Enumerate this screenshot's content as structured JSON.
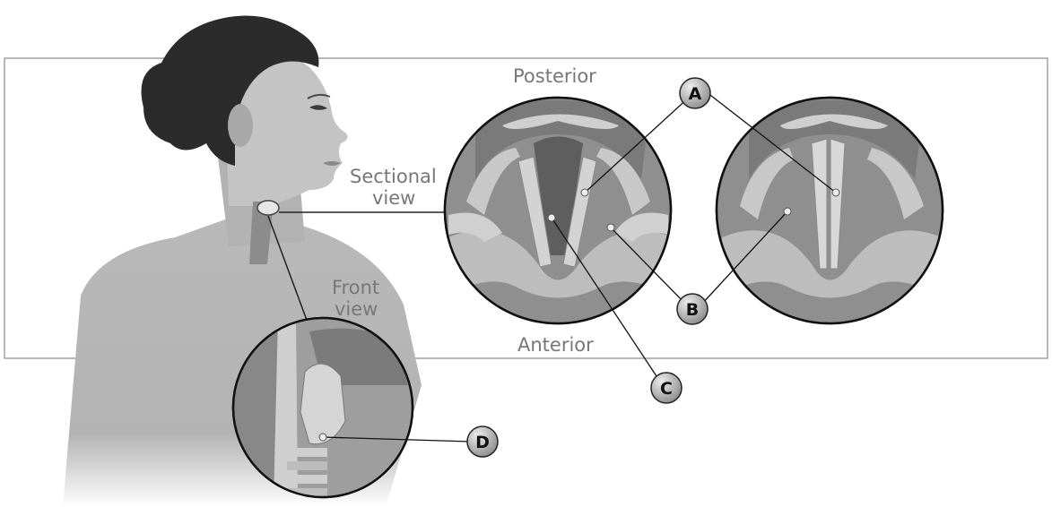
{
  "labels": {
    "posterior": "Posterior",
    "anterior": "Anterior",
    "sectional_line1": "Sectional",
    "sectional_line2": "view",
    "front_line1": "Front",
    "front_line2": "view"
  },
  "markers": {
    "a": "A",
    "b": "B",
    "c": "C",
    "d": "D"
  },
  "colors": {
    "frame_stroke": "#8a8a8a",
    "label_text": "#777777",
    "marker_fill": "#b5b5b5",
    "tissue_dark": "#6e6e6e",
    "tissue_mid": "#8f8f8f",
    "tissue_light": "#c9c9c9",
    "skin": "#bdbdbd",
    "hair": "#2b2b2b"
  }
}
